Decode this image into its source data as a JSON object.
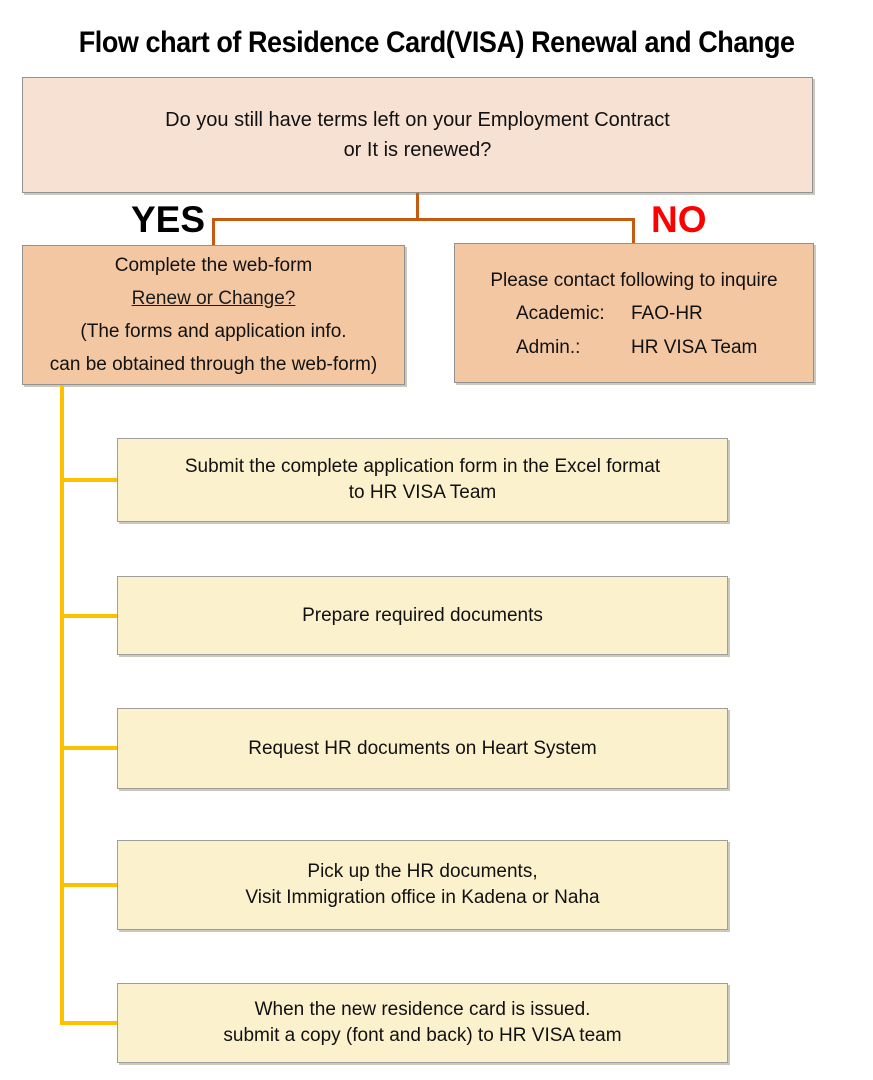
{
  "title": "Flow chart of Residence Card(VISA) Renewal and Change",
  "decision_box": {
    "line1": "Do you still have terms left on your Employment Contract",
    "line2": "or It is renewed?"
  },
  "branches": {
    "yes_label": "YES",
    "no_label": "NO"
  },
  "yes_box": {
    "line1": "Complete the web-form",
    "link_label": "Renew or Change?",
    "line3": "(The forms and application info.",
    "line4": "can be obtained through the web-form)"
  },
  "no_box": {
    "line1": "Please contact following to inquire",
    "contacts": [
      {
        "label": "Academic:",
        "value": "FAO-HR"
      },
      {
        "label": "Admin.:",
        "value": "HR VISA Team"
      }
    ]
  },
  "steps": [
    {
      "lines": [
        "Submit the complete application form in the Excel format",
        "to HR VISA Team"
      ]
    },
    {
      "lines": [
        "Prepare required documents"
      ]
    },
    {
      "lines": [
        "Request HR documents on Heart System"
      ]
    },
    {
      "lines": [
        "Pick up the HR documents,",
        "Visit Immigration office in Kadena or Naha"
      ]
    },
    {
      "lines": [
        "When the new residence card is issued.",
        "submit a copy (font and back) to HR VISA team"
      ]
    }
  ],
  "colors": {
    "decision_fill": "#f6e1d3",
    "branch_fill": "#f3c7a1",
    "step_fill": "#fbf1cd",
    "orange_connector": "#c55a11",
    "yellow_connector": "#ffc000",
    "no_label_color": "#ff0000",
    "yes_label_color": "#000000"
  }
}
